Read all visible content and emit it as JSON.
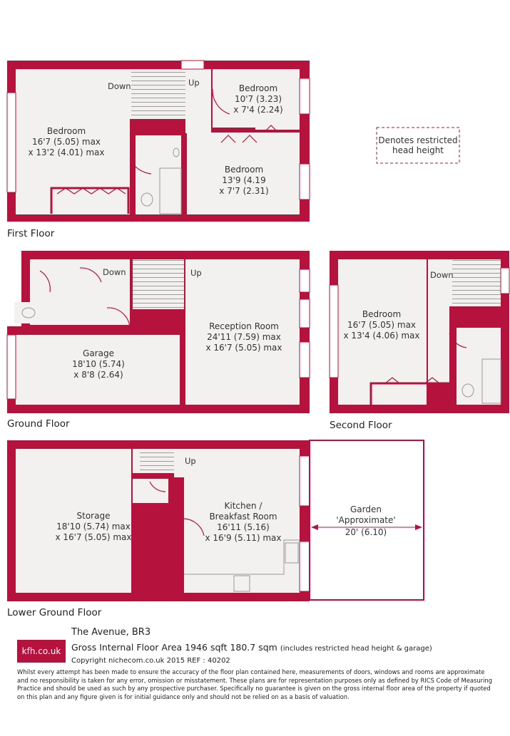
{
  "floors": {
    "first": {
      "label": "First Floor",
      "rooms": {
        "bedroom1": [
          "Bedroom",
          "16'7 (5.05) max",
          "x 13'2 (4.01) max"
        ],
        "bedroom2": [
          "Bedroom",
          "10'7 (3.23)",
          "x 7'4 (2.24)"
        ],
        "bedroom3": [
          "Bedroom",
          "13'9 (4.19",
          "x 7'7 (2.31)"
        ]
      },
      "stairs": {
        "down": "Down",
        "up": "Up"
      }
    },
    "ground": {
      "label": "Ground Floor",
      "rooms": {
        "garage": [
          "Garage",
          "18'10 (5.74)",
          "x 8'8 (2.64)"
        ],
        "reception": [
          "Reception Room",
          "24'11 (7.59) max",
          "x 16'7 (5.05) max"
        ]
      },
      "stairs": {
        "down": "Down",
        "up": "Up"
      }
    },
    "second": {
      "label": "Second Floor",
      "rooms": {
        "bedroom": [
          "Bedroom",
          "16'7 (5.05) max",
          "x 13'4 (4.06) max"
        ]
      },
      "stairs": {
        "down": "Down"
      }
    },
    "lower_ground": {
      "label": "Lower Ground Floor",
      "rooms": {
        "storage": [
          "Storage",
          "18'10 (5.74) max",
          "x 16'7 (5.05) max"
        ],
        "kitchen": [
          "Kitchen /",
          "Breakfast Room",
          "16'11 (5.16)",
          "x 16'9 (5.11) max"
        ],
        "garden": [
          "Garden",
          "'Approximate'",
          "20' (6.10)"
        ]
      },
      "stairs": {
        "up": "Up"
      }
    }
  },
  "legend": {
    "restricted": [
      "Denotes restricted",
      "head height"
    ]
  },
  "footer": {
    "logo": "kfh.co.uk",
    "address": "The Avenue, BR3",
    "area": "Gross Internal Floor Area 1946 sqft 180.7 sqm",
    "area_note": "(includes restricted head height & garage)",
    "copyright": "Copyright nichecom.co.uk 2015 REF : 40202",
    "disclaimer": "Whilst every attempt has been made to ensure the accuracy of the floor plan contained here, measurements of doors, windows and rooms are approximate and no responsibility is taken for any error, omission or misstatement. These plans are for representation purposes only as defined by RICS Code of Measuring Practice and should be used as such by any prospective purchaser.  Specifically no guarantee is given on the gross internal floor area of the property if quoted on this plan and any figure given is for initial guidance only and should not be relied on as a basis of valuation."
  },
  "colors": {
    "wall": "#b5123e",
    "floor": "#f3f1ef",
    "text": "#333333"
  }
}
